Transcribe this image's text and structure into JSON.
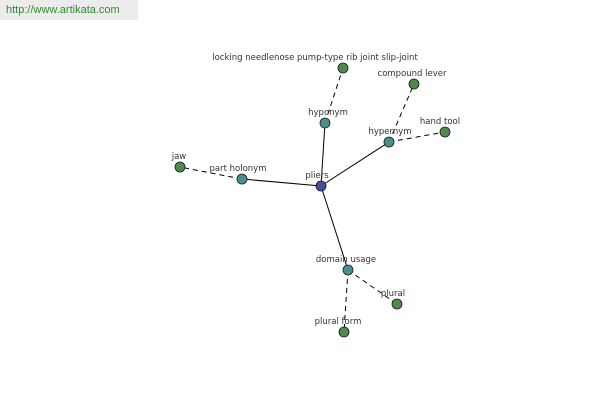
{
  "watermark": "http://www.artikata.com",
  "colors": {
    "center": "#3f4f9a",
    "relation": "#4a8e8e",
    "leaf": "#4f8a4a",
    "edge": "#000000"
  },
  "graph": {
    "nodes": [
      {
        "id": "pliers",
        "label": "pliers",
        "kind": "center"
      },
      {
        "id": "hyponym",
        "label": "hyponym",
        "kind": "relation"
      },
      {
        "id": "hypernym",
        "label": "hypernym",
        "kind": "relation"
      },
      {
        "id": "part-holonym",
        "label": "part holonym",
        "kind": "relation"
      },
      {
        "id": "domain-usage",
        "label": "domain usage",
        "kind": "relation"
      },
      {
        "id": "locking",
        "label": "locking needlenose pump-type rib joint slip-joint",
        "kind": "leaf"
      },
      {
        "id": "compound-lever",
        "label": "compound lever",
        "kind": "leaf"
      },
      {
        "id": "hand-tool",
        "label": "hand tool",
        "kind": "leaf"
      },
      {
        "id": "jaw",
        "label": "jaw",
        "kind": "leaf"
      },
      {
        "id": "plural",
        "label": "plural",
        "kind": "leaf"
      },
      {
        "id": "plural-form",
        "label": "plural form",
        "kind": "leaf"
      }
    ],
    "edges": [
      {
        "from": "pliers",
        "to": "hyponym",
        "style": "solid"
      },
      {
        "from": "pliers",
        "to": "hypernym",
        "style": "solid"
      },
      {
        "from": "pliers",
        "to": "part-holonym",
        "style": "solid"
      },
      {
        "from": "pliers",
        "to": "domain-usage",
        "style": "solid"
      },
      {
        "from": "hyponym",
        "to": "locking",
        "style": "dashed"
      },
      {
        "from": "hypernym",
        "to": "compound-lever",
        "style": "dashed"
      },
      {
        "from": "hypernym",
        "to": "hand-tool",
        "style": "dashed"
      },
      {
        "from": "part-holonym",
        "to": "jaw",
        "style": "dashed"
      },
      {
        "from": "domain-usage",
        "to": "plural",
        "style": "dashed"
      },
      {
        "from": "domain-usage",
        "to": "plural-form",
        "style": "dashed"
      }
    ]
  }
}
